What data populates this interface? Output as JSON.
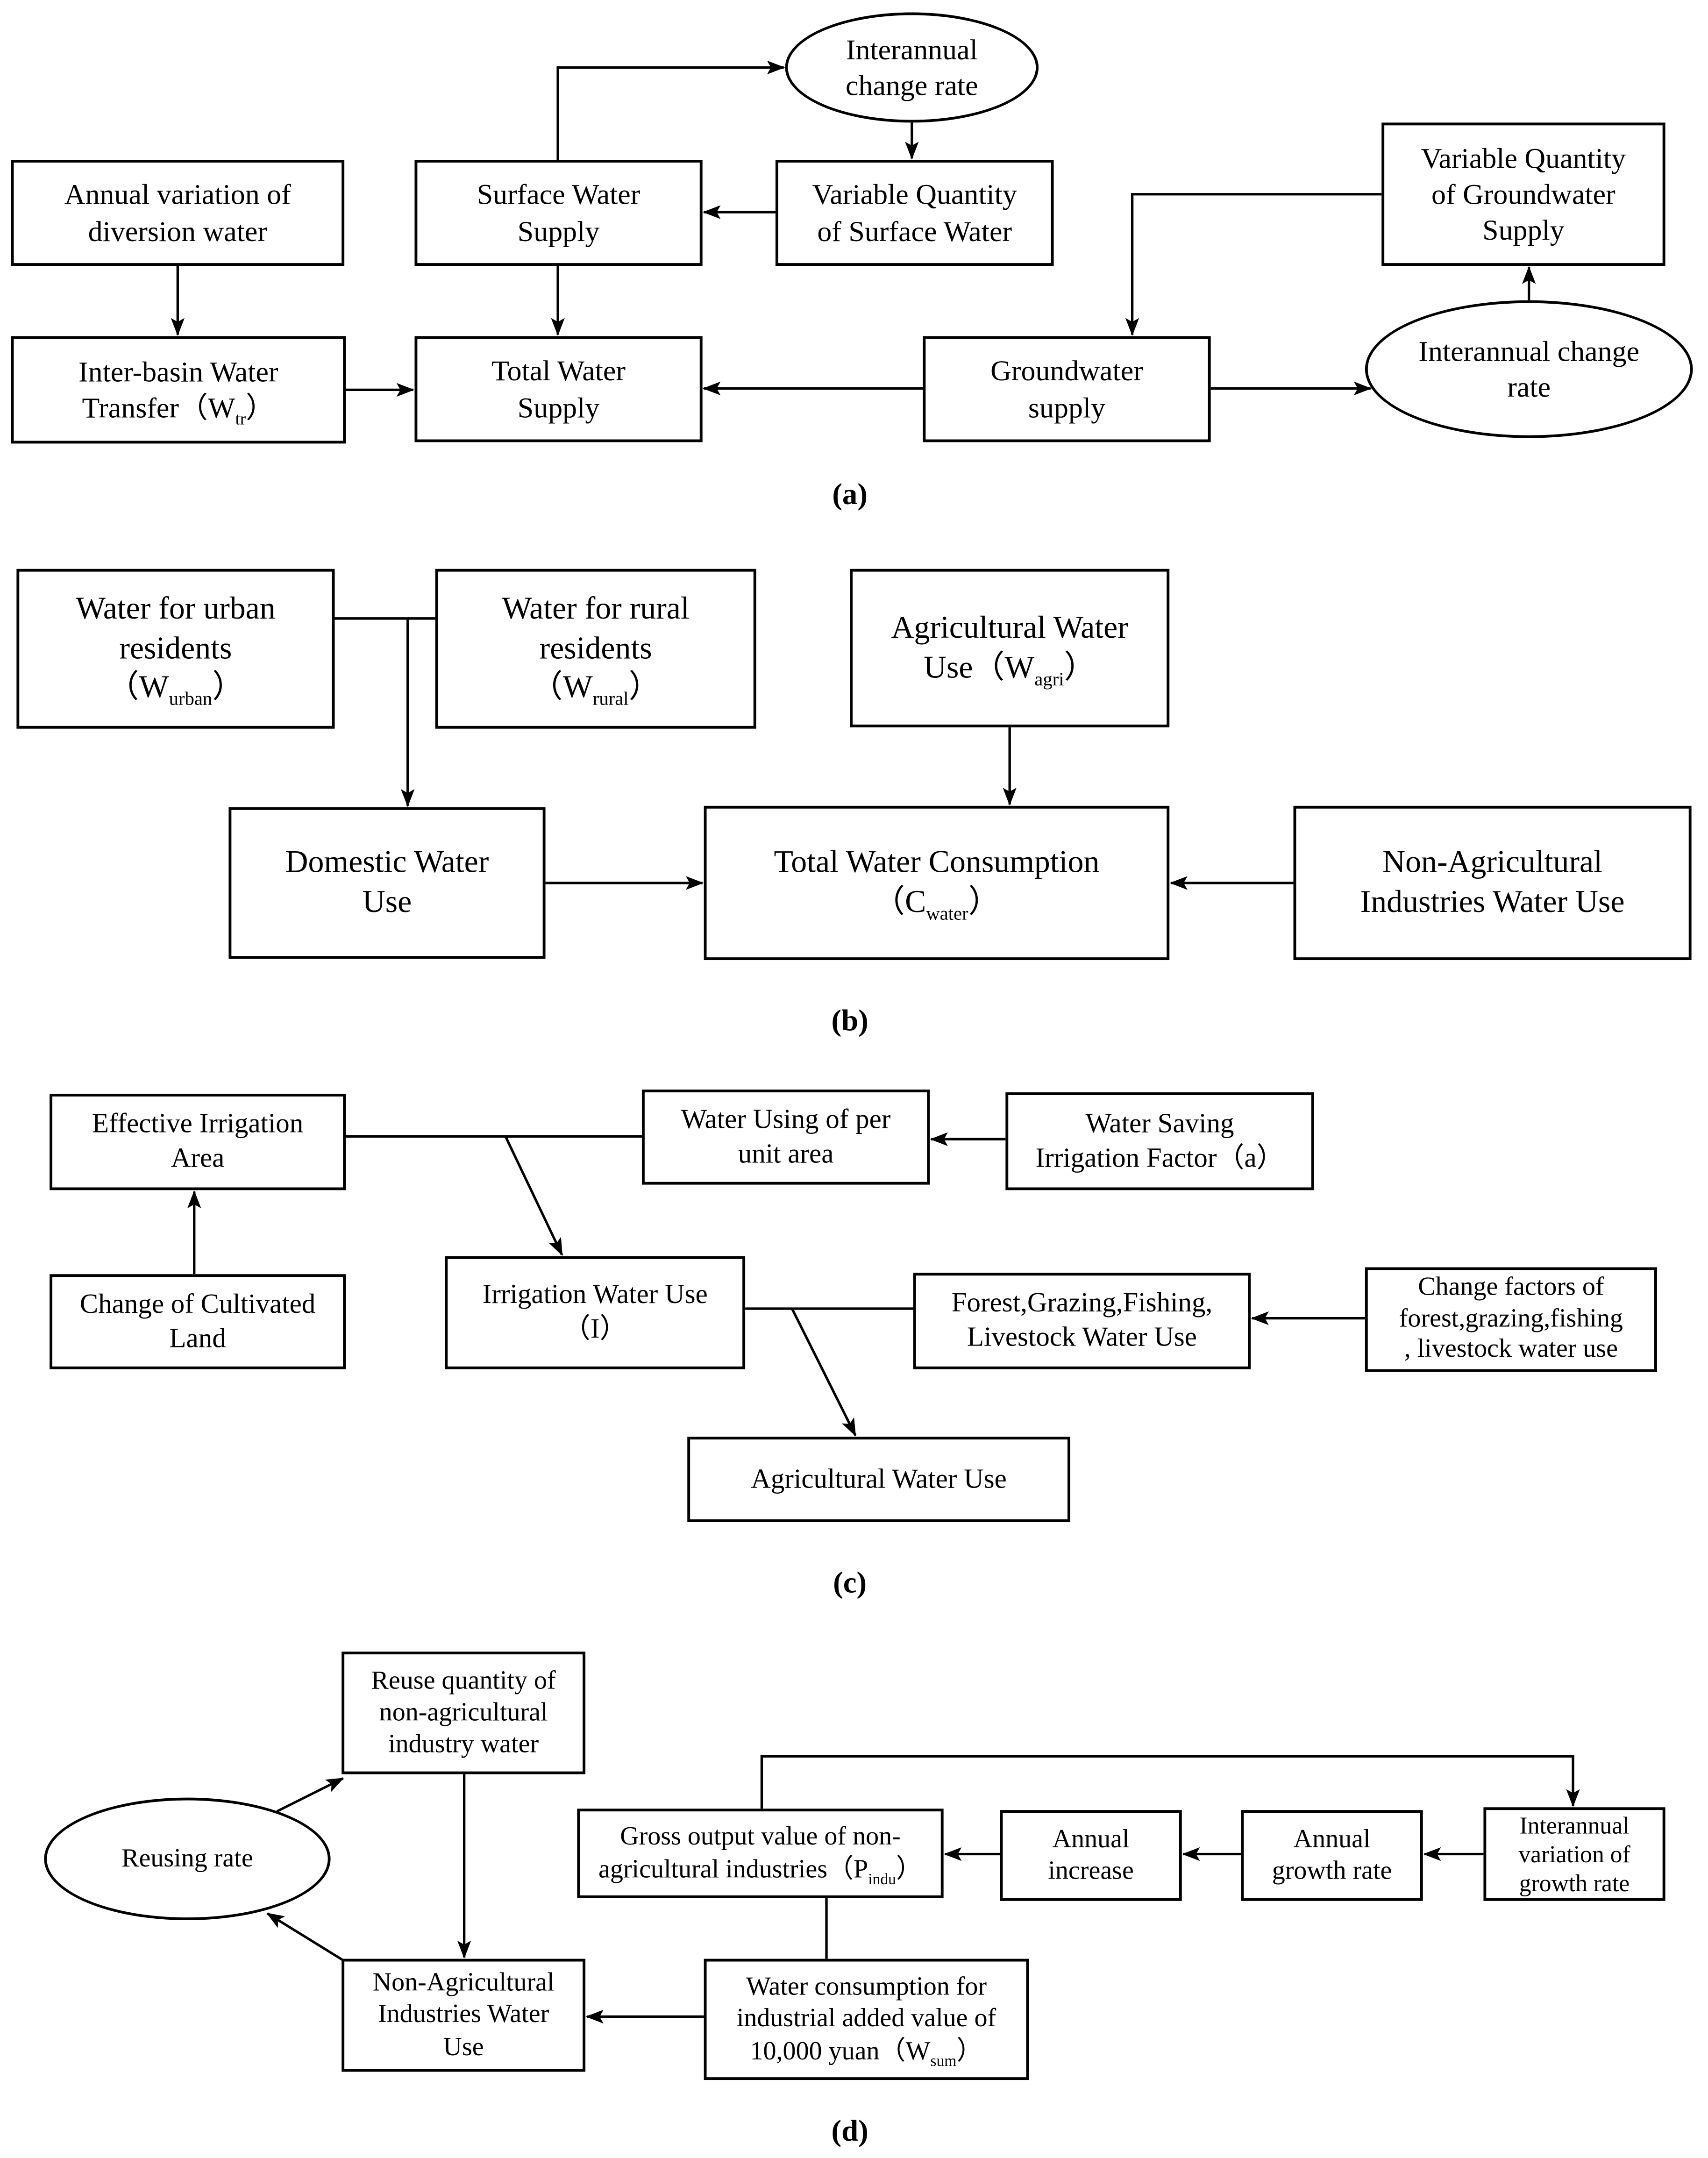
{
  "title": "Water supply and consumption system flow diagrams",
  "colors": {
    "line": "#000000",
    "background": "#ffffff",
    "text": "#000000"
  },
  "panels": {
    "a": {
      "label": "(a)",
      "nodes": {
        "annual_variation": {
          "lines": [
            "Annual variation of",
            "diversion water"
          ]
        },
        "surface_supply": {
          "lines": [
            "Surface Water",
            "Supply"
          ]
        },
        "interannual_top": {
          "lines": [
            "Interannual",
            "change rate"
          ]
        },
        "variable_surface": {
          "lines": [
            "Variable Quantity",
            "of Surface Water"
          ]
        },
        "variable_ground": {
          "lines": [
            "Variable Quantity",
            "of Groundwater",
            "Supply"
          ]
        },
        "interbasin": {
          "lines": [
            "Inter-basin Water",
            "Transfer（W_{tr}）"
          ]
        },
        "total_supply": {
          "lines": [
            "Total Water",
            "Supply"
          ]
        },
        "ground_supply": {
          "lines": [
            "Groundwater",
            "supply"
          ]
        },
        "interannual_right": {
          "lines": [
            "Interannual change",
            "rate"
          ]
        }
      }
    },
    "b": {
      "label": "(b)",
      "nodes": {
        "water_urban": {
          "lines": [
            "Water for urban",
            "residents",
            "（W_{urban}）"
          ]
        },
        "water_rural": {
          "lines": [
            "Water for rural",
            "residents",
            "（W_{rural}）"
          ]
        },
        "agri_use": {
          "lines": [
            "Agricultural Water",
            "Use（W_{agri}）"
          ]
        },
        "domestic": {
          "lines": [
            "Domestic Water",
            "Use"
          ]
        },
        "total_consumption": {
          "lines": [
            "Total Water Consumption",
            "（C_{water}）"
          ]
        },
        "non_agri": {
          "lines": [
            "Non-Agricultural",
            "Industries Water Use"
          ]
        }
      }
    },
    "c": {
      "label": "(c)",
      "nodes": {
        "effective": {
          "lines": [
            "Effective Irrigation",
            "Area"
          ]
        },
        "water_per_unit": {
          "lines": [
            "Water Using of per",
            "unit area"
          ]
        },
        "water_saving": {
          "lines": [
            "Water Saving",
            "Irrigation Factor（a）"
          ]
        },
        "change_cultivated": {
          "lines": [
            "Change of Cultivated",
            "Land"
          ]
        },
        "irrigation_use": {
          "lines": [
            "Irrigation Water Use",
            "（I）"
          ]
        },
        "forest": {
          "lines": [
            "Forest,Grazing,Fishing,",
            "Livestock Water Use"
          ]
        },
        "change_factors": {
          "lines": [
            "Change factors of",
            "forest,grazing,fishing",
            ", livestock water use"
          ]
        },
        "agri_use": {
          "lines": [
            "Agricultural Water Use"
          ]
        }
      }
    },
    "d": {
      "label": "(d)",
      "nodes": {
        "reuse_quantity": {
          "lines": [
            "Reuse quantity of",
            "non-agricultural",
            "industry water"
          ]
        },
        "reusing_rate": {
          "lines": [
            "Reusing rate"
          ]
        },
        "gross_output": {
          "lines": [
            "Gross output value of non-",
            "agricultural industries（P_{indu}）"
          ]
        },
        "annual_increase": {
          "lines": [
            "Annual",
            "increase"
          ]
        },
        "annual_growth": {
          "lines": [
            "Annual",
            "growth rate"
          ]
        },
        "interannual_var": {
          "lines": [
            "Interannual",
            "variation of",
            "growth rate"
          ]
        },
        "non_agri": {
          "lines": [
            "Non-Agricultural",
            "Industries Water",
            "Use"
          ]
        },
        "water_consumption": {
          "lines": [
            "Water consumption for",
            "industrial added value of",
            "10,000 yuan（W_{sum}）"
          ]
        }
      }
    }
  }
}
